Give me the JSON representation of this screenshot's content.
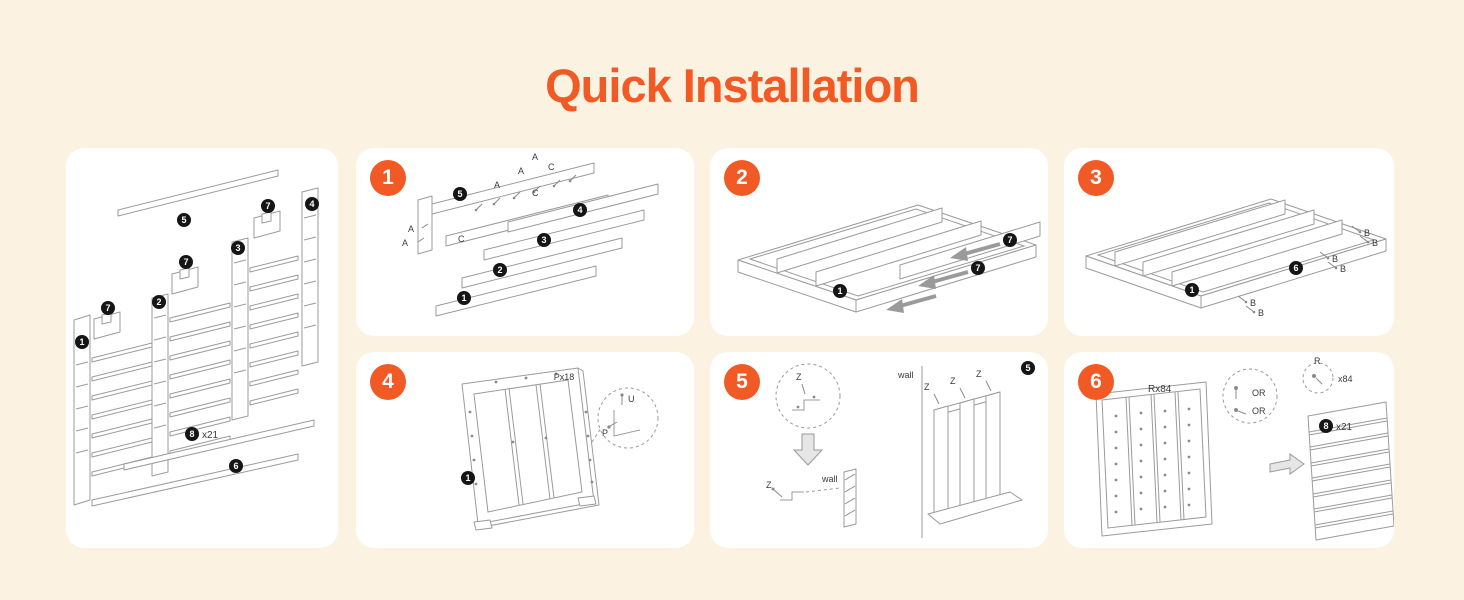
{
  "title": "Quick Installation",
  "colors": {
    "accent": "#f15a24",
    "background": "#fcf2e2",
    "card": "#ffffff",
    "line": "#9b9b9b"
  },
  "parts": [
    "1",
    "2",
    "3",
    "4",
    "5",
    "6",
    "7",
    "8"
  ],
  "overview": {
    "qty_part8": "x21"
  },
  "steps": [
    {
      "badge": "1",
      "label_a": "A",
      "label_c": "C"
    },
    {
      "badge": "2"
    },
    {
      "badge": "3",
      "label_b": "B"
    },
    {
      "badge": "4",
      "screws": "Px18",
      "zoom_u": "U",
      "zoom_p": "P"
    },
    {
      "badge": "5",
      "bracket": "Z",
      "wall": "wall"
    },
    {
      "badge": "6",
      "pegs": "Rx84",
      "or": "OR",
      "r": "R",
      "qty_r": "x84",
      "qty_shelf": "x21"
    }
  ]
}
